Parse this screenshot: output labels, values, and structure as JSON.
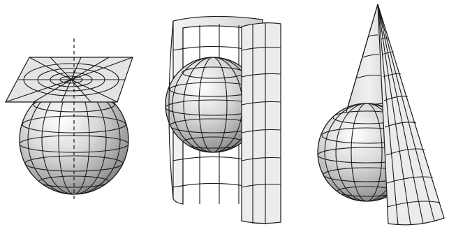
{
  "figure": {
    "panels": [
      {
        "id": "planar",
        "surface": "plane",
        "has_axis_line": true
      },
      {
        "id": "cylindrical",
        "surface": "cylinder",
        "has_axis_line": false
      },
      {
        "id": "conic",
        "surface": "cone",
        "has_axis_line": false
      }
    ],
    "colors": {
      "background": "#ffffff",
      "line": "#1a1a1a",
      "surface_fill": "#e4e4e4",
      "globe_light": "#ffffff",
      "globe_dark": "#7a7a7a"
    }
  }
}
